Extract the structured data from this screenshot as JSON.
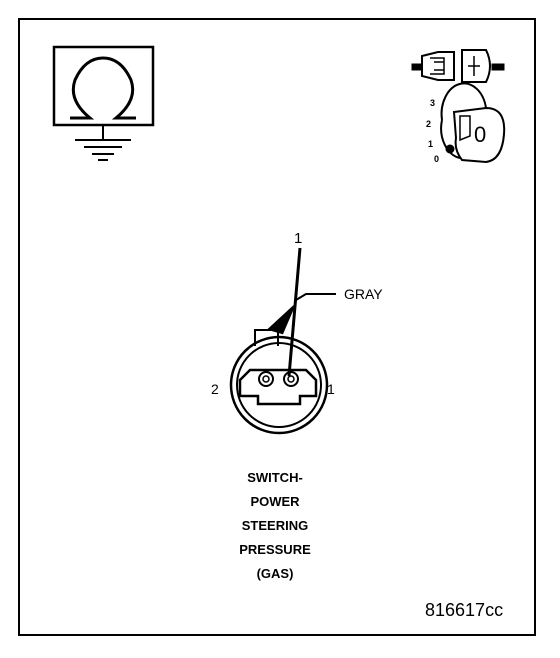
{
  "connector": {
    "pin_callout": "1",
    "wire_color": "GRAY",
    "cavity_left": "2",
    "cavity_right": "1"
  },
  "ignition_scale": [
    "3",
    "2",
    "1",
    "0"
  ],
  "key_label": "0",
  "caption": [
    "SWITCH-",
    "POWER",
    "STEERING",
    "PRESSURE",
    "(GAS)"
  ],
  "figure_id": "816617cc"
}
